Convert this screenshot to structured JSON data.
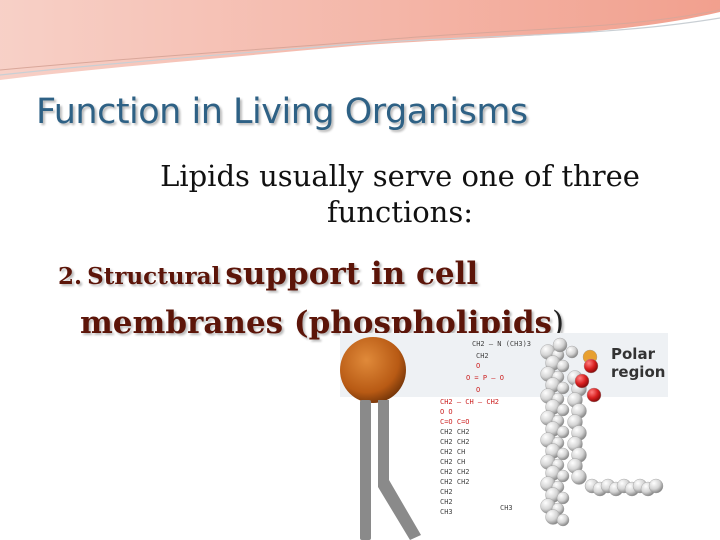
{
  "slide": {
    "title": "Function in Living Organisms",
    "intro": "Lipids usually serve one of three functions:",
    "point_number": "2.",
    "point_label": "Structural",
    "point_text_1": "support in cell",
    "point_text_2": "membranes (phospholipids",
    "point_close": ")"
  },
  "diagram": {
    "polar_label": "Polar region",
    "chem_labels": [
      "CH2 – N (CH3)3",
      "CH2",
      "O",
      "O = P – O",
      "O",
      "CH2 – CH – CH2",
      "O  O",
      "C=O  C=O",
      "CH2  CH2",
      "CH2  CH2",
      "CH2  CH",
      "CH2  CH",
      "CH2  CH2",
      "CH2  CH2",
      "CH2",
      "CH2",
      "CH3",
      "CH3"
    ]
  },
  "colors": {
    "title": "#2e6185",
    "point": "#5c1509",
    "head": "#b85a14",
    "tail": "#8a8a8a",
    "polar_atoms": "#d81e1e"
  }
}
